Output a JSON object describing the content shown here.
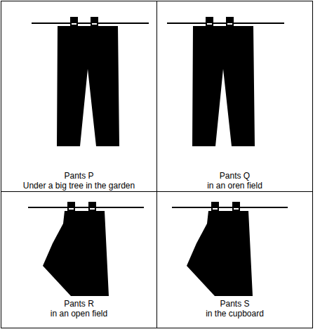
{
  "diagram": {
    "nodes": [
      {
        "text": [
          "Pants P",
          "Under a big tree in the garden"
        ]
      },
      {
        "text": [
          "Pants Q",
          "in an oren field"
        ]
      },
      {
        "text": [
          "Pants R",
          "in an open field"
        ]
      },
      {
        "text": [
          "Pants S",
          "in the cupboard"
        ]
      }
    ]
  }
}
